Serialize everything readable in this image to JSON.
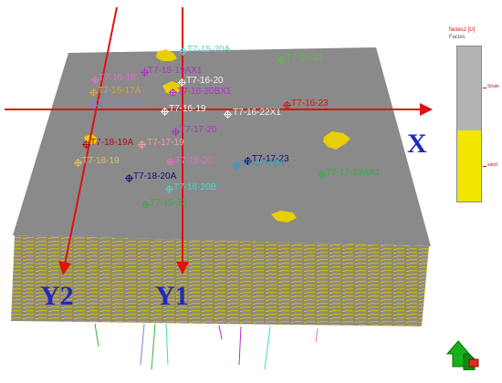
{
  "legend": {
    "title": "facies2 [U]",
    "subtitle": "Facies",
    "categories": [
      {
        "label": "Shale",
        "color": "#b4b4b4"
      },
      {
        "label": "sand",
        "color": "#f2e600"
      }
    ]
  },
  "axes": {
    "x_label": "X",
    "y1_label": "Y1",
    "y2_label": "Y2",
    "arrow_color": "#e01010",
    "label_color": "#1f2bb5"
  },
  "wells": [
    {
      "name": "T7-15-20A",
      "color": "#40d8c8"
    },
    {
      "name": "T7-16-18",
      "color": "#e070c8"
    },
    {
      "name": "T7-15-19AX1",
      "color": "#b030c8"
    },
    {
      "name": "T7-15-23",
      "color": "#5cc040"
    },
    {
      "name": "T7-16-17A",
      "color": "#e0a040"
    },
    {
      "name": "T7-16-20",
      "color": "#f2f2f2"
    },
    {
      "name": "T7-16-20BX1",
      "color": "#b030c8"
    },
    {
      "name": "T7-16-18A",
      "color": "#8080e0"
    },
    {
      "name": "T7-16-19",
      "color": "#f2f2f2"
    },
    {
      "name": "T7-16-23",
      "color": "#e01010"
    },
    {
      "name": "T7-16-22X1",
      "color": "#f2f2f2"
    },
    {
      "name": "T7-17-20",
      "color": "#b030c8"
    },
    {
      "name": "T7-18-19A",
      "color": "#b01010"
    },
    {
      "name": "T7-17-19",
      "color": "#f0a0a0"
    },
    {
      "name": "T7-17-23",
      "color": "#101080"
    },
    {
      "name": "T7-18-19",
      "color": "#e0c060"
    },
    {
      "name": "T7-18-20",
      "color": "#e070c8"
    },
    {
      "name": "T7-17-22A",
      "color": "#2a9ec0"
    },
    {
      "name": "T7-17-23AX1",
      "color": "#30b040"
    },
    {
      "name": "T7-18-20A",
      "color": "#101080"
    },
    {
      "name": "T7-18-20B",
      "color": "#40d8c8"
    },
    {
      "name": "T7-19-23",
      "color": "#30b040"
    }
  ],
  "navigation": {
    "icon": "3d-orientation-arrow-icon",
    "color": "#18b018"
  }
}
